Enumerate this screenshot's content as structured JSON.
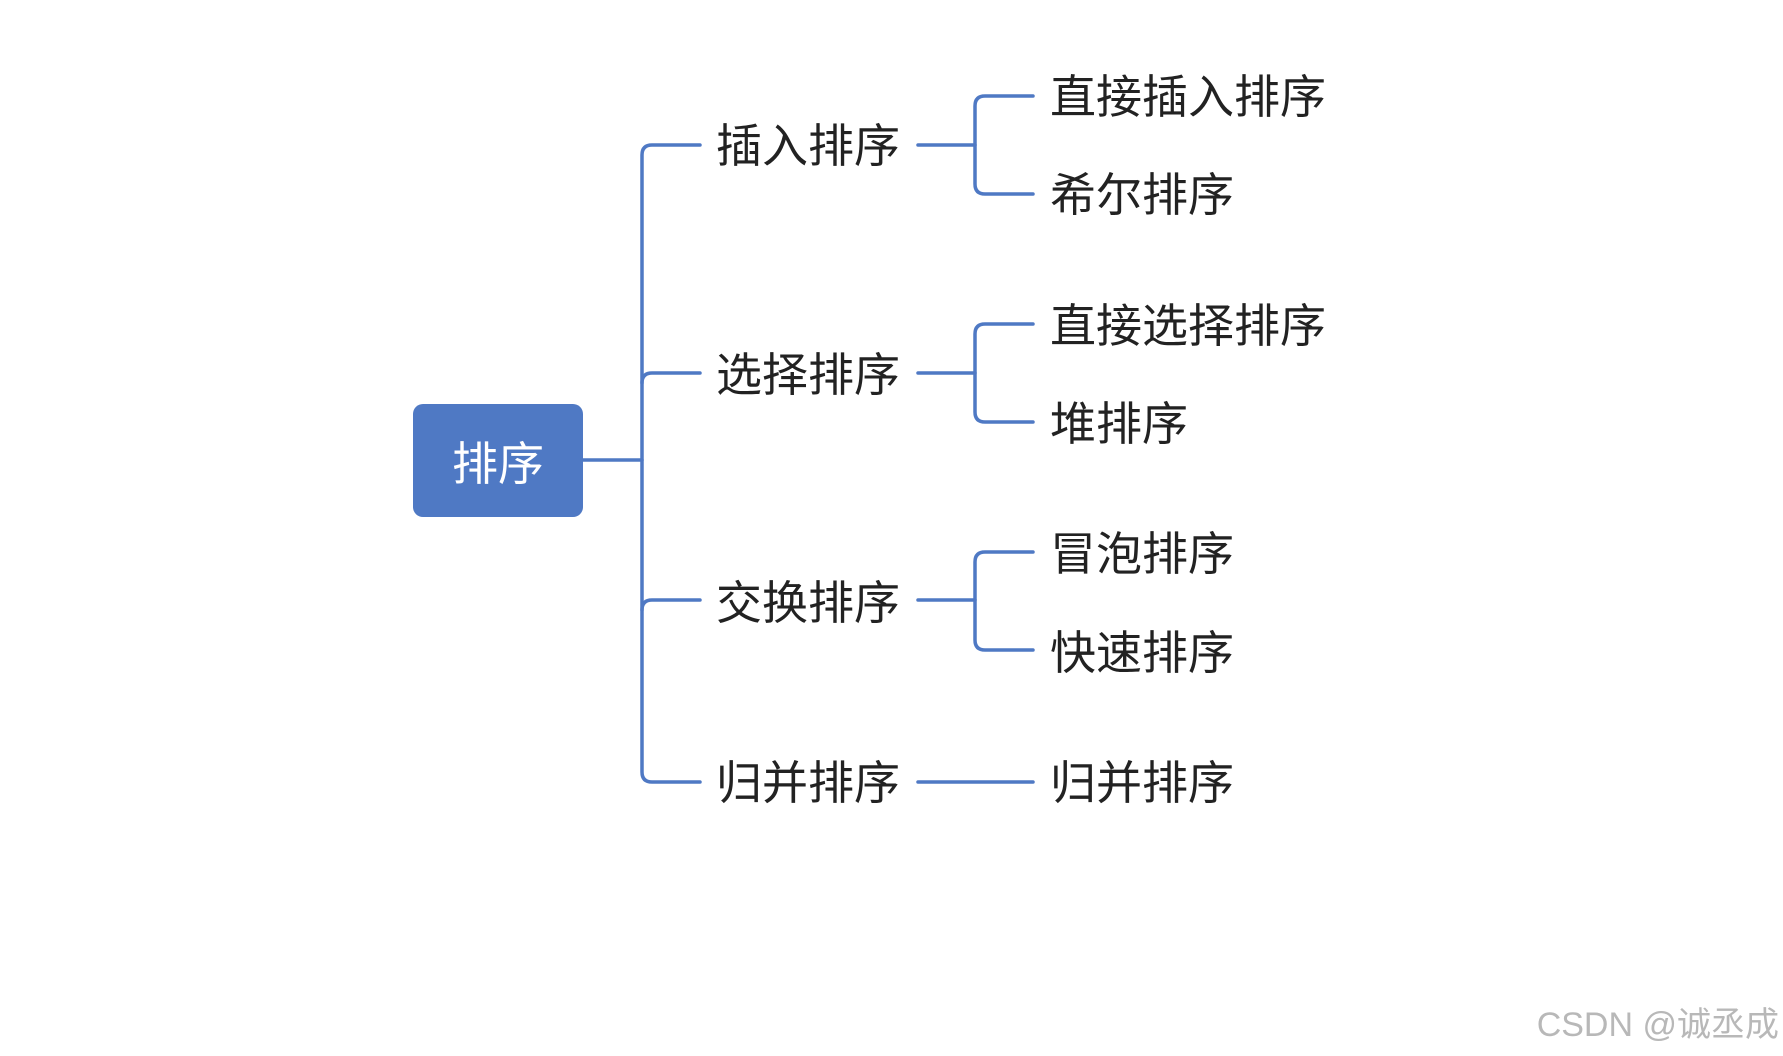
{
  "root": {
    "label": "排序"
  },
  "branches": [
    {
      "label": "插入排序",
      "children": [
        "直接插入排序",
        "希尔排序"
      ]
    },
    {
      "label": "选择排序",
      "children": [
        "直接选择排序",
        "堆排序"
      ]
    },
    {
      "label": "交换排序",
      "children": [
        "冒泡排序",
        "快速排序"
      ]
    },
    {
      "label": "归并排序",
      "children": [
        "归并排序"
      ]
    }
  ],
  "watermark": "CSDN @诚丞成",
  "colors": {
    "connector": "#4f79c4",
    "root_fill": "#4f79c4",
    "text": "#222222"
  }
}
